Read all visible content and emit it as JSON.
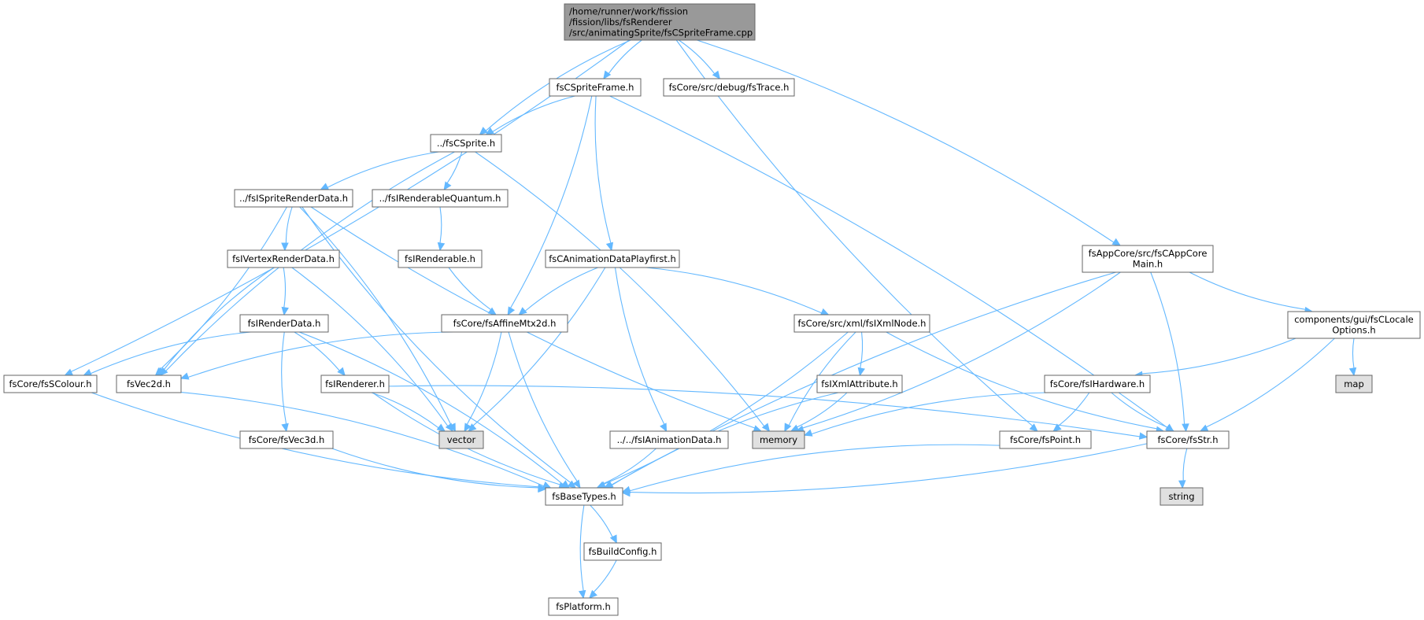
{
  "diagram": {
    "colors": {
      "root_fill": "#999999",
      "node_fill": "#ffffff",
      "system_fill": "#e0e0e0",
      "border": "#666666",
      "edge": "#63b8ff"
    },
    "nodes": [
      {
        "id": "root",
        "lines": [
          "/home/runner/work/fission",
          "/fission/libs/fsRenderer",
          "/src/animatingSprite/fsCSpriteFrame.cpp"
        ],
        "kind": "root"
      },
      {
        "id": "spriteframe_h",
        "lines": [
          "fsCSpriteFrame.h"
        ],
        "kind": "file"
      },
      {
        "id": "trace",
        "lines": [
          "fsCore/src/debug/fsTrace.h"
        ],
        "kind": "file"
      },
      {
        "id": "csprite",
        "lines": [
          "../fsCSprite.h"
        ],
        "kind": "file"
      },
      {
        "id": "isprd",
        "lines": [
          "../fsISpriteRenderData.h"
        ],
        "kind": "file"
      },
      {
        "id": "irq",
        "lines": [
          "../fsIRenderableQuantum.h"
        ],
        "kind": "file"
      },
      {
        "id": "ivrd",
        "lines": [
          "fsIVertexRenderData.h"
        ],
        "kind": "file"
      },
      {
        "id": "irenderable",
        "lines": [
          "fsIRenderable.h"
        ],
        "kind": "file"
      },
      {
        "id": "cadp",
        "lines": [
          "fsCAnimationDataPlayfirst.h"
        ],
        "kind": "file"
      },
      {
        "id": "appcore",
        "lines": [
          "fsAppCore/src/fsCAppCore",
          "Main.h"
        ],
        "kind": "file"
      },
      {
        "id": "ird",
        "lines": [
          "fsIRenderData.h"
        ],
        "kind": "file"
      },
      {
        "id": "affine",
        "lines": [
          "fsCore/fsAffineMtx2d.h"
        ],
        "kind": "file"
      },
      {
        "id": "xmlnode",
        "lines": [
          "fsCore/src/xml/fsIXmlNode.h"
        ],
        "kind": "file"
      },
      {
        "id": "locale",
        "lines": [
          "components/gui/fsCLocale",
          "Options.h"
        ],
        "kind": "file"
      },
      {
        "id": "scolour",
        "lines": [
          "fsCore/fsSColour.h"
        ],
        "kind": "file"
      },
      {
        "id": "vec2d",
        "lines": [
          "fsVec2d.h"
        ],
        "kind": "file"
      },
      {
        "id": "irenderer",
        "lines": [
          "fsIRenderer.h"
        ],
        "kind": "file"
      },
      {
        "id": "xmlattr",
        "lines": [
          "fsIXmlAttribute.h"
        ],
        "kind": "file"
      },
      {
        "id": "ihardware",
        "lines": [
          "fsCore/fsIHardware.h"
        ],
        "kind": "file"
      },
      {
        "id": "map",
        "lines": [
          "map"
        ],
        "kind": "system"
      },
      {
        "id": "vec3d",
        "lines": [
          "fsCore/fsVec3d.h"
        ],
        "kind": "file"
      },
      {
        "id": "vector",
        "lines": [
          "vector"
        ],
        "kind": "system"
      },
      {
        "id": "ianim",
        "lines": [
          "../../fsIAnimationData.h"
        ],
        "kind": "file"
      },
      {
        "id": "memory",
        "lines": [
          "memory"
        ],
        "kind": "system"
      },
      {
        "id": "point",
        "lines": [
          "fsCore/fsPoint.h"
        ],
        "kind": "file"
      },
      {
        "id": "str",
        "lines": [
          "fsCore/fsStr.h"
        ],
        "kind": "file"
      },
      {
        "id": "basetypes",
        "lines": [
          "fsBaseTypes.h"
        ],
        "kind": "file"
      },
      {
        "id": "string",
        "lines": [
          "string"
        ],
        "kind": "system"
      },
      {
        "id": "buildconfig",
        "lines": [
          "fsBuildConfig.h"
        ],
        "kind": "file"
      },
      {
        "id": "platform",
        "lines": [
          "fsPlatform.h"
        ],
        "kind": "file"
      }
    ],
    "edges": [
      [
        "root",
        "spriteframe_h"
      ],
      [
        "root",
        "trace"
      ],
      [
        "root",
        "csprite"
      ],
      [
        "root",
        "scolour"
      ],
      [
        "root",
        "point"
      ],
      [
        "root",
        "appcore"
      ],
      [
        "spriteframe_h",
        "csprite"
      ],
      [
        "spriteframe_h",
        "affine"
      ],
      [
        "spriteframe_h",
        "cadp"
      ],
      [
        "spriteframe_h",
        "str"
      ],
      [
        "csprite",
        "isprd"
      ],
      [
        "csprite",
        "irq"
      ],
      [
        "csprite",
        "vec2d"
      ],
      [
        "csprite",
        "memory"
      ],
      [
        "isprd",
        "ivrd"
      ],
      [
        "isprd",
        "vec2d"
      ],
      [
        "isprd",
        "basetypes"
      ],
      [
        "isprd",
        "vector"
      ],
      [
        "isprd",
        "memory"
      ],
      [
        "irq",
        "irenderable"
      ],
      [
        "irenderable",
        "affine"
      ],
      [
        "ivrd",
        "ird"
      ],
      [
        "ivrd",
        "vec2d"
      ],
      [
        "ivrd",
        "vector"
      ],
      [
        "ird",
        "scolour"
      ],
      [
        "ird",
        "irenderer"
      ],
      [
        "ird",
        "vec3d"
      ],
      [
        "ird",
        "basetypes"
      ],
      [
        "cadp",
        "affine"
      ],
      [
        "cadp",
        "vector"
      ],
      [
        "cadp",
        "ianim"
      ],
      [
        "cadp",
        "xmlnode"
      ],
      [
        "affine",
        "vec2d"
      ],
      [
        "affine",
        "vector"
      ],
      [
        "affine",
        "basetypes"
      ],
      [
        "xmlnode",
        "xmlattr"
      ],
      [
        "xmlnode",
        "memory"
      ],
      [
        "xmlnode",
        "basetypes"
      ],
      [
        "xmlnode",
        "str"
      ],
      [
        "xmlattr",
        "memory"
      ],
      [
        "xmlattr",
        "basetypes"
      ],
      [
        "appcore",
        "memory"
      ],
      [
        "appcore",
        "basetypes"
      ],
      [
        "appcore",
        "str"
      ],
      [
        "appcore",
        "locale"
      ],
      [
        "locale",
        "ihardware"
      ],
      [
        "locale",
        "map"
      ],
      [
        "locale",
        "str"
      ],
      [
        "ihardware",
        "memory"
      ],
      [
        "ihardware",
        "point"
      ],
      [
        "ihardware",
        "str"
      ],
      [
        "irenderer",
        "vector"
      ],
      [
        "irenderer",
        "basetypes"
      ],
      [
        "irenderer",
        "str"
      ],
      [
        "scolour",
        "basetypes"
      ],
      [
        "vec2d",
        "basetypes"
      ],
      [
        "vec3d",
        "basetypes"
      ],
      [
        "ianim",
        "basetypes"
      ],
      [
        "point",
        "basetypes"
      ],
      [
        "str",
        "basetypes"
      ],
      [
        "str",
        "string"
      ],
      [
        "basetypes",
        "buildconfig"
      ],
      [
        "basetypes",
        "platform"
      ],
      [
        "buildconfig",
        "platform"
      ]
    ]
  }
}
